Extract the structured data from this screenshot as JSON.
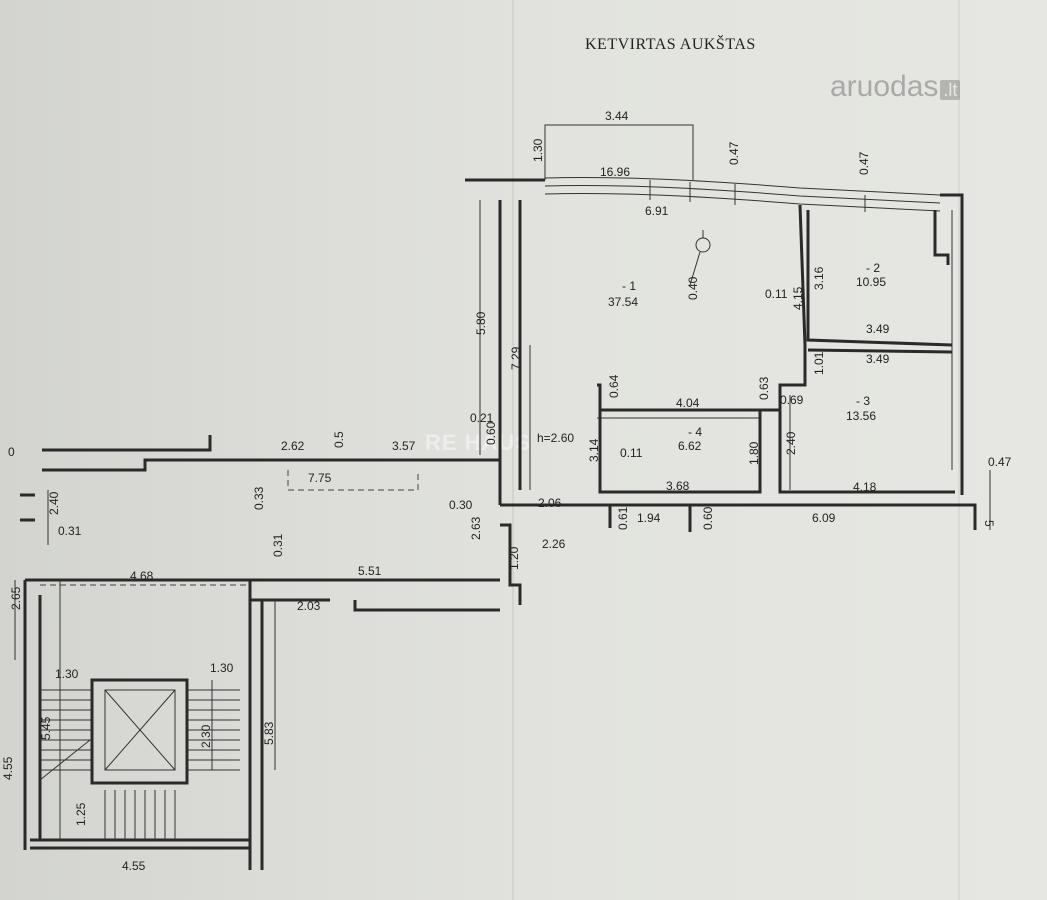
{
  "title": "KETVIRTAS AUKŠTAS",
  "watermark": {
    "text": "aruodas",
    "tld": ".lt"
  },
  "agency_mark": "RE  HAUS",
  "ceiling_height": "h=2.60",
  "rooms": [
    {
      "id": "-  1",
      "area": "37.54"
    },
    {
      "id": "-  2",
      "area": "10.95"
    },
    {
      "id": "-  3",
      "area": "13.56"
    },
    {
      "id": "-  4",
      "area": "6.62"
    }
  ],
  "dims": {
    "d_3_44": "3.44",
    "d_1_30_top": "1.30",
    "d_16_96": "16.96",
    "d_0_47_a": "0.47",
    "d_0_47_b": "0.47",
    "d_6_91": "6.91",
    "d_0_40": "0.40",
    "d_3_16": "3.16",
    "d_0_11_a": "0.11",
    "d_4_15": "4.15",
    "d_3_49_a": "3.49",
    "d_3_49_b": "3.49",
    "d_1_01": "1.01",
    "d_5_80": "5.80",
    "d_7_29": "7.29",
    "d_0_64": "0.64",
    "d_4_04": "4.04",
    "d_0_63": "0.63",
    "d_0_69": "0.69",
    "d_0_21": "0.21",
    "d_0_60_a": "0.60",
    "d_2_62": "2.62",
    "d_0_5": "0.5",
    "d_3_57": "3.57",
    "d_3_14": "3.14",
    "d_0_11_b": "0.11",
    "d_1_80": "1.80",
    "d_2_40_a": "2.40",
    "d_0_47_c": "0.47",
    "d_7_75": "7.75",
    "d_0_33": "0.33",
    "d_3_68": "3.68",
    "d_4_18": "4.18",
    "d_0_30": "0.30",
    "d_2_06": "2.06",
    "d_2_63": "2.63",
    "d_0_61": "0.61",
    "d_1_94": "1.94",
    "d_0_60_b": "0.60",
    "d_6_09": "6.09",
    "d_2_40_b": "2.40",
    "d_0_31_a": "0.31",
    "d_2_26": "2.26",
    "d_0_31_b": "0.31",
    "d_1_20": "1.20",
    "d_4_68": "4.68",
    "d_5_51": "5.51",
    "d_2_65": "2.65",
    "d_2_03": "2.03",
    "d_1_30_a": "1.30",
    "d_1_30_b": "1.30",
    "d_5_45": "5.45",
    "d_2_30": "2.30",
    "d_5_83": "5.83",
    "d_4_55_a": "4.55",
    "d_1_25": "1.25",
    "d_4_55_b": "4.55",
    "d_5": "5",
    "d_0": "0"
  }
}
